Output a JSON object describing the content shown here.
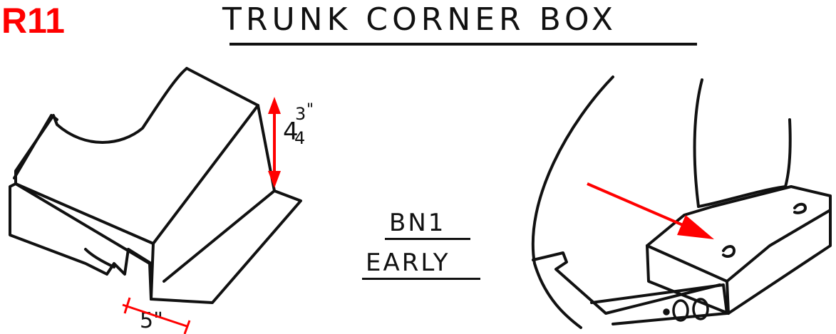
{
  "part_code": "R11",
  "title": "TRUNK CORNER BOX",
  "model": {
    "line1": "BN1",
    "line2": "EARLY"
  },
  "dimensions": {
    "height": {
      "whole": "4",
      "numerator": "3",
      "denominator": "4",
      "inch": "\""
    },
    "width": "5\""
  },
  "colors": {
    "accent": "#ff0000",
    "ink": "#111111"
  }
}
